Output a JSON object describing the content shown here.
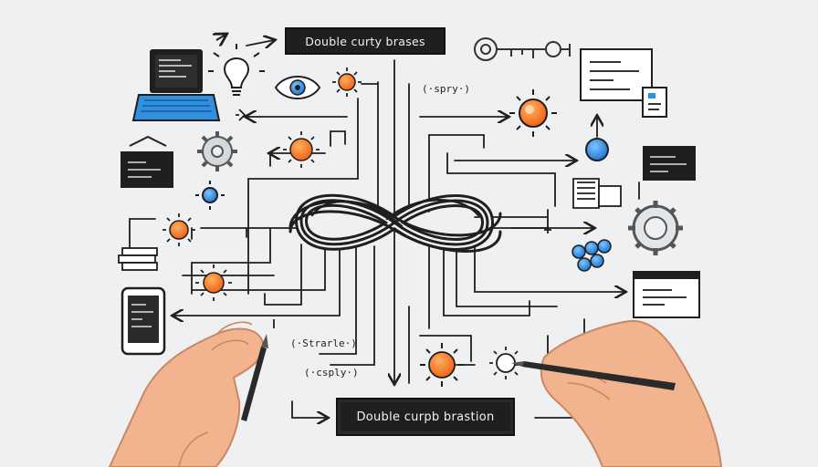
{
  "labels": {
    "top_box": "Double curty brases",
    "bottom_box": "Double curpb brastion",
    "tag_spry": "(·spry·)",
    "tag_starle": "(·Strarle·)",
    "tag_csply": "(·csply·)"
  },
  "colors": {
    "background": "#eef0f2",
    "ink": "#1f1f1f",
    "accent_blue": "#2f8fe0",
    "accent_orange": "#f2711c",
    "skin": "#f2b48f"
  },
  "icons": [
    "laptop-icon",
    "lightbulb-icon",
    "eye-icon",
    "gear-icon",
    "key-icon",
    "monitor-icon",
    "code-window-icon",
    "mobile-phone-icon",
    "sun-icon",
    "infinity-knot-icon",
    "pen-icon",
    "hand-icon",
    "molecule-icon",
    "book-stack-icon"
  ]
}
